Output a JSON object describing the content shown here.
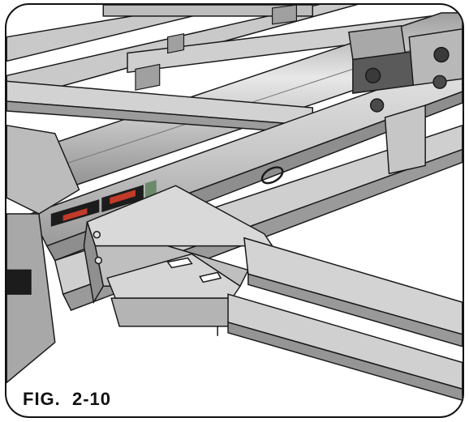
{
  "figure": {
    "label": "FIG.  2-10"
  },
  "colors": {
    "steel_light": "#d6d6d6",
    "steel_mid": "#b9b9b9",
    "steel_dark": "#8f8f8f",
    "outline": "#1a1a1a",
    "decal_red": "#c23a2a",
    "decal_black": "#1c1c1c"
  },
  "illustration": {
    "subject": "implement-frame-with-hitch-arms",
    "parts": [
      "main-frame-beam",
      "diagonal-brace",
      "upper-hitch-arm",
      "lower-hitch-arm",
      "mounting-bracket",
      "clamp-assembly",
      "safety-decals",
      "hitch-pin"
    ]
  }
}
